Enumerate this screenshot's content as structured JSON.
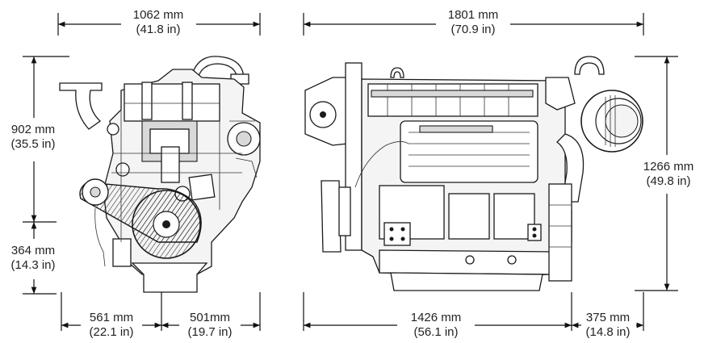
{
  "dimensions": {
    "front_width": {
      "metric": "1062 mm",
      "imperial": "(41.8 in)"
    },
    "side_length": {
      "metric": "1801 mm",
      "imperial": "(70.9 in)"
    },
    "front_height": {
      "metric": "902 mm",
      "imperial": "(35.5 in)"
    },
    "front_lower": {
      "metric": "364 mm",
      "imperial": "(14.3 in)"
    },
    "side_height": {
      "metric": "1266 mm",
      "imperial": "(49.8 in)"
    },
    "front_base_left": {
      "metric": "561 mm",
      "imperial": "(22.1 in)"
    },
    "front_base_right": {
      "metric": "501mm",
      "imperial": "(19.7 in)"
    },
    "side_base": {
      "metric": "1426 mm",
      "imperial": "(56.1 in)"
    },
    "side_rear": {
      "metric": "375 mm",
      "imperial": "(14.8 in)"
    }
  },
  "colors": {
    "line": "#111111",
    "text": "#222222",
    "background": "#ffffff"
  }
}
